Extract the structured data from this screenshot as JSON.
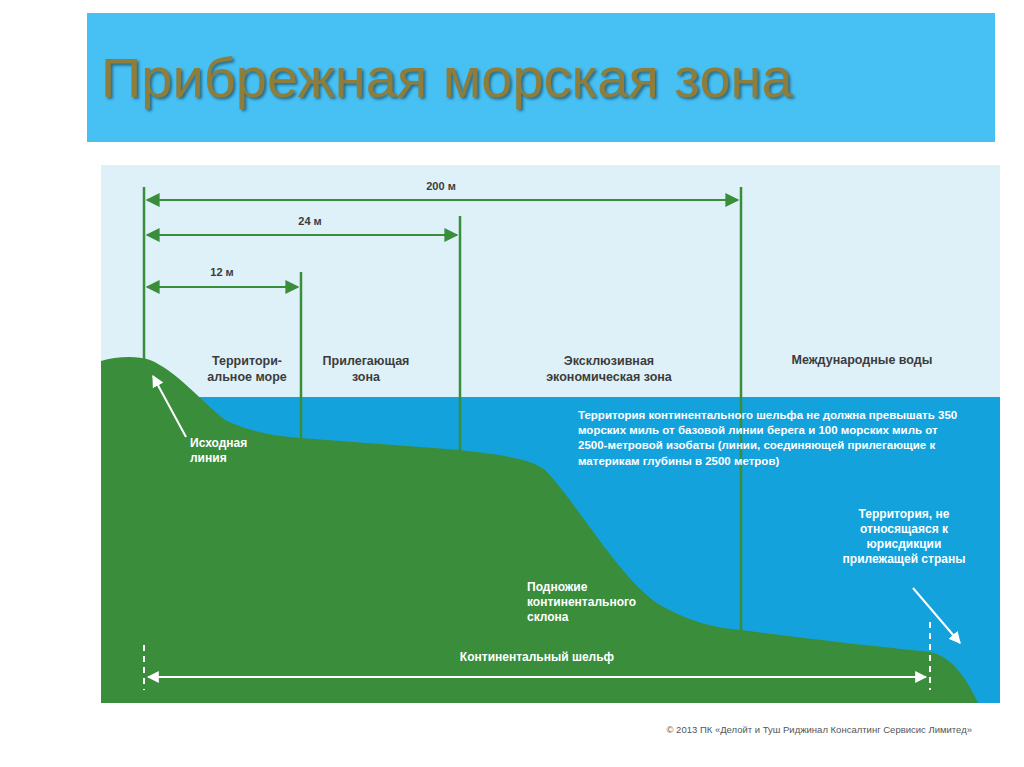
{
  "diagram": {
    "title": "Прибрежная морская зона",
    "labels": [
      "200 м",
      "24 м",
      "12 м",
      "Территори- альное море",
      "Прилегающая зона",
      "Эксклюзивная экономическая зона",
      "Международные воды",
      "Территория континентального шельфа не должна превышать 350 морских миль от базовой линии берега и 100 морских миль от 2500-метровой изобаты (линии, соединяющей прилегающие к материкам глубины в 2500 метров)",
      "Исходная линия",
      "Территория, не относящаяся к юрисдикции прилежащей страны",
      "Подножие континентального склона",
      "Континентальный шельф",
      "© 2013 ПК «Делойт и Туш Риджинал Консалтинг Сервисис Лимитед»"
    ]
  }
}
